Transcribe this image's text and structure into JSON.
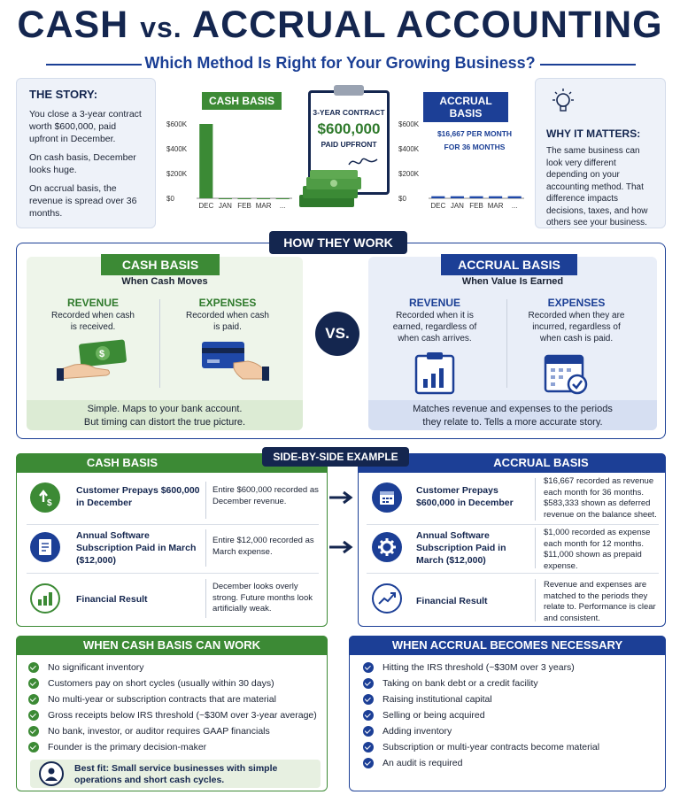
{
  "header": {
    "title_left": "CASH ",
    "title_vs": "vs.",
    "title_right": " ACCRUAL ACCOUNTING",
    "subtitle": "Which Method Is Right for Your Growing Business?"
  },
  "story": {
    "heading": "THE STORY:",
    "p1": "You close a 3-year contract worth $600,000, paid upfront in December.",
    "p2": "On cash basis, December looks huge.",
    "p3": "On accrual basis, the revenue is spread over 36 months."
  },
  "cash_chart_label": "CASH BASIS",
  "accrual_chart_label": "ACCRUAL BASIS",
  "clipboard": {
    "line1": "3-YEAR CONTRACT",
    "amount": "$600,000",
    "line3": "PAID UPFRONT"
  },
  "accrual_note": {
    "line1": "$16,667 PER MONTH",
    "line2": "FOR 36 MONTHS"
  },
  "chart_data": [
    {
      "type": "bar",
      "title": "CASH BASIS",
      "categories": [
        "DEC",
        "JAN",
        "FEB",
        "MAR",
        "..."
      ],
      "values": [
        600000,
        0,
        0,
        0,
        0
      ],
      "ylim": [
        0,
        600000
      ],
      "yticks": [
        "$600K",
        "$400K",
        "$200K",
        "$0"
      ],
      "color": "#3b8a35"
    },
    {
      "type": "bar",
      "title": "ACCRUAL BASIS",
      "categories": [
        "DEC",
        "JAN",
        "FEB",
        "MAR",
        "..."
      ],
      "values": [
        16667,
        16667,
        16667,
        16667,
        16667
      ],
      "ylim": [
        0,
        600000
      ],
      "yticks": [
        "$600K",
        "$400K",
        "$200K",
        "$0"
      ],
      "color": "#1f48a8"
    }
  ],
  "why": {
    "heading": "WHY IT MATTERS:",
    "text": "The same business can look very different depending on your accounting method. That difference impacts decisions, taxes, and how others see your business."
  },
  "how": {
    "title": "HOW THEY WORK",
    "vs": "VS.",
    "cash": {
      "title": "CASH BASIS",
      "subtitle": "When Cash Moves",
      "rev_h": "REVENUE",
      "rev_t": "Recorded when cash is received.",
      "exp_h": "EXPENSES",
      "exp_t": "Recorded when cash is paid.",
      "foot1": "Simple. Maps to your bank account.",
      "foot2": "But timing can distort the true picture."
    },
    "accrual": {
      "title": "ACCRUAL BASIS",
      "subtitle": "When Value Is Earned",
      "rev_h": "REVENUE",
      "rev_t": "Recorded when it is earned, regardless of when cash arrives.",
      "exp_h": "EXPENSES",
      "exp_t": "Recorded when they are incurred, regardless of when cash is paid.",
      "foot1": "Matches revenue and expenses to the periods",
      "foot2": "they relate to. Tells a more accurate story."
    }
  },
  "side": {
    "title": "SIDE-BY-SIDE EXAMPLE",
    "cash_title": "CASH BASIS",
    "accrual_title": "ACCRUAL BASIS",
    "cash_rows": [
      {
        "title": "Customer Prepays $600,000 in December",
        "desc": "Entire $600,000 recorded as December revenue."
      },
      {
        "title": "Annual Software Subscription Paid in March ($12,000)",
        "desc": "Entire $12,000 recorded as March expense."
      },
      {
        "title": "Financial Result",
        "desc": "December looks overly strong. Future months look artificially weak."
      }
    ],
    "accrual_rows": [
      {
        "title": "Customer Prepays $600,000 in December",
        "desc": "$16,667 recorded as revenue each month for 36 months. $583,333 shown as deferred revenue on the balance sheet."
      },
      {
        "title": "Annual Software Subscription Paid in March ($12,000)",
        "desc": "$1,000 recorded as expense each month for 12 months. $11,000 shown as prepaid expense."
      },
      {
        "title": "Financial Result",
        "desc": "Revenue and expenses are matched to the periods they relate to. Performance is clear and consistent."
      }
    ]
  },
  "when_cash": {
    "title": "WHEN CASH BASIS CAN WORK",
    "items": [
      "No significant inventory",
      "Customers pay on short cycles (usually within 30 days)",
      "No multi-year or subscription contracts that are material",
      "Gross receipts below IRS threshold (~$30M over 3-year average)",
      "No bank, investor, or auditor requires GAAP financials",
      "Founder is the primary decision-maker"
    ],
    "best_fit": "Best fit: Small service businesses with simple operations and short cash cycles."
  },
  "when_accrual": {
    "title": "WHEN ACCRUAL BECOMES NECESSARY",
    "items": [
      "Hitting the IRS threshold (~$30M over 3 years)",
      "Taking on bank debt or a credit facility",
      "Raising institutional capital",
      "Selling or being acquired",
      "Adding inventory",
      "Subscription or multi-year contracts become material",
      "An audit is required"
    ]
  }
}
